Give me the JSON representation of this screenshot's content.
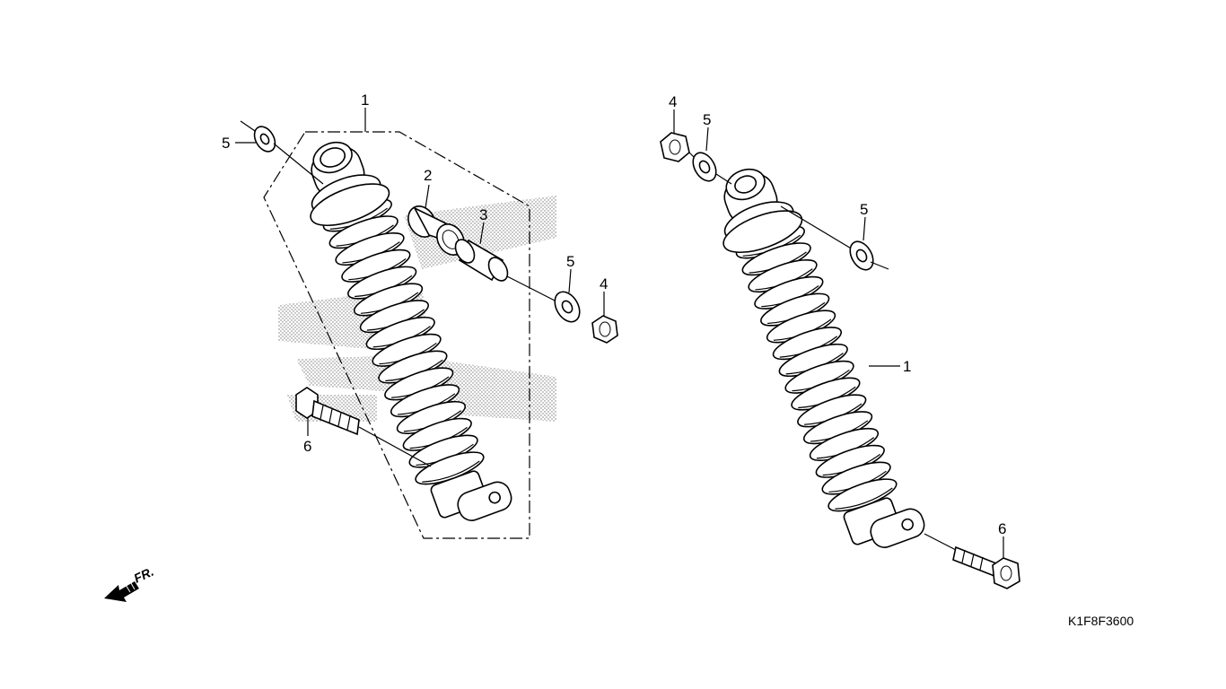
{
  "diagram": {
    "callouts": {
      "left_assembly": "1",
      "left_bushing": "2",
      "left_collar": "3",
      "left_upper_washer": "5",
      "left_lower_washer": "5",
      "left_nut": "4",
      "left_bolt": "6",
      "right_nut": "4",
      "right_washer_outer": "5",
      "right_washer_inner": "5",
      "right_shock": "1",
      "right_bolt": "6"
    },
    "front_indicator": "FR.",
    "drawing_code": "K1F8F3600",
    "colors": {
      "line": "#000000",
      "background": "#ffffff",
      "shading": "#7f7f7f"
    }
  }
}
